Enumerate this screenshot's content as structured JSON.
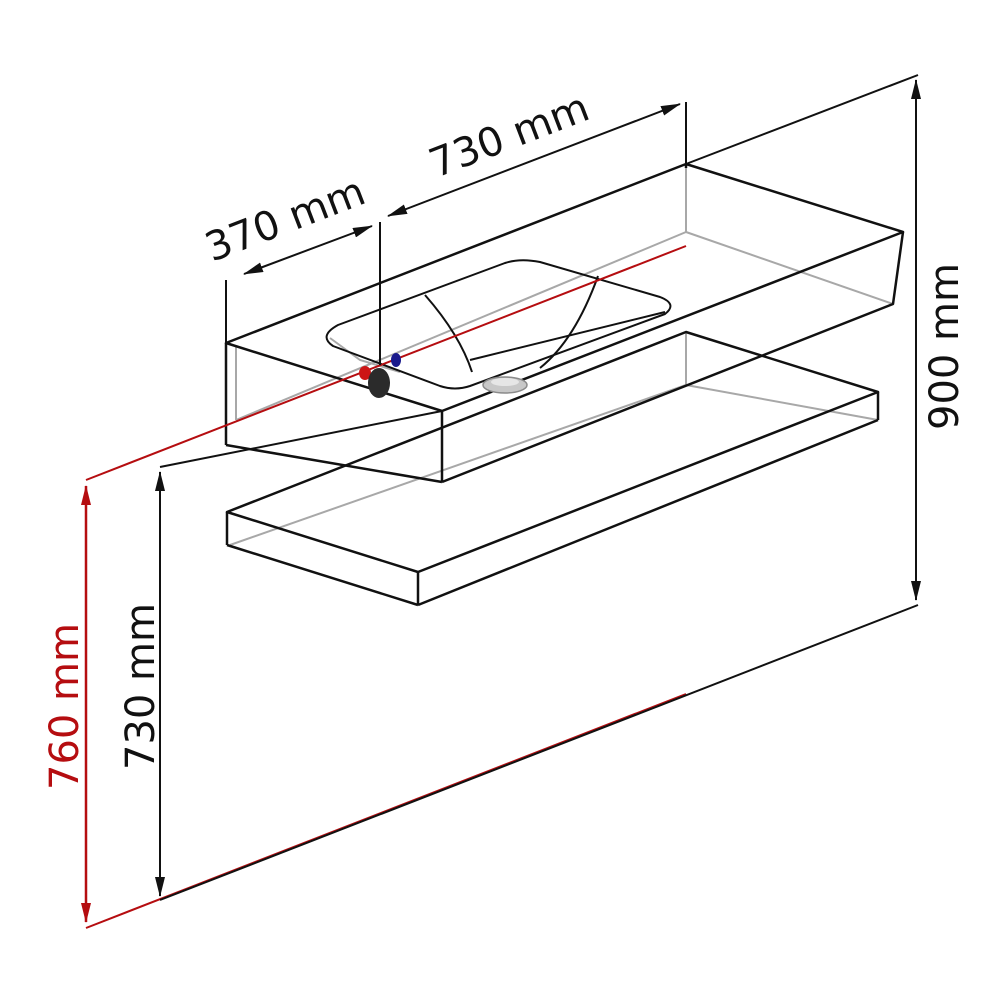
{
  "dimensions": {
    "width_top": "730 mm",
    "depth": "370 mm",
    "total_height": "900 mm",
    "shelf_height": "730 mm",
    "tap_height": "760 mm"
  },
  "colors": {
    "line": "#111111",
    "hidden_line": "#a8a8a8",
    "red": "#b50d10",
    "blue": "#1a1a8c",
    "drain": "#c8c8c8"
  }
}
